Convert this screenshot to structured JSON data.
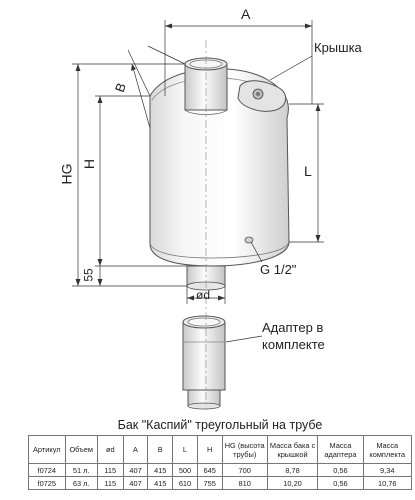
{
  "labels": {
    "a": "A",
    "b": "B",
    "hg": "HG",
    "h": "H",
    "l": "L",
    "dim55": "55",
    "d": "ød",
    "lid": "Крышка",
    "thread": "G 1/2\"",
    "adapter_line1": "Адаптер в",
    "adapter_line2": "комплекте"
  },
  "spec_table": {
    "title": "Бак \"Каспий\" треугольный на трубе",
    "headers": [
      "Артикул",
      "Объем",
      "ød",
      "A",
      "B",
      "L",
      "H",
      "HG (высота трубы)",
      "Масса бака с крышкой",
      "Масса адаптера",
      "Масса комплекта"
    ],
    "rows": [
      [
        "f0724",
        "51 л.",
        "115",
        "407",
        "415",
        "500",
        "645",
        "700",
        "8,78",
        "0,56",
        "9,34"
      ],
      [
        "f0725",
        "63 л.",
        "115",
        "407",
        "415",
        "610",
        "755",
        "810",
        "10,20",
        "0,56",
        "10,76"
      ]
    ]
  }
}
